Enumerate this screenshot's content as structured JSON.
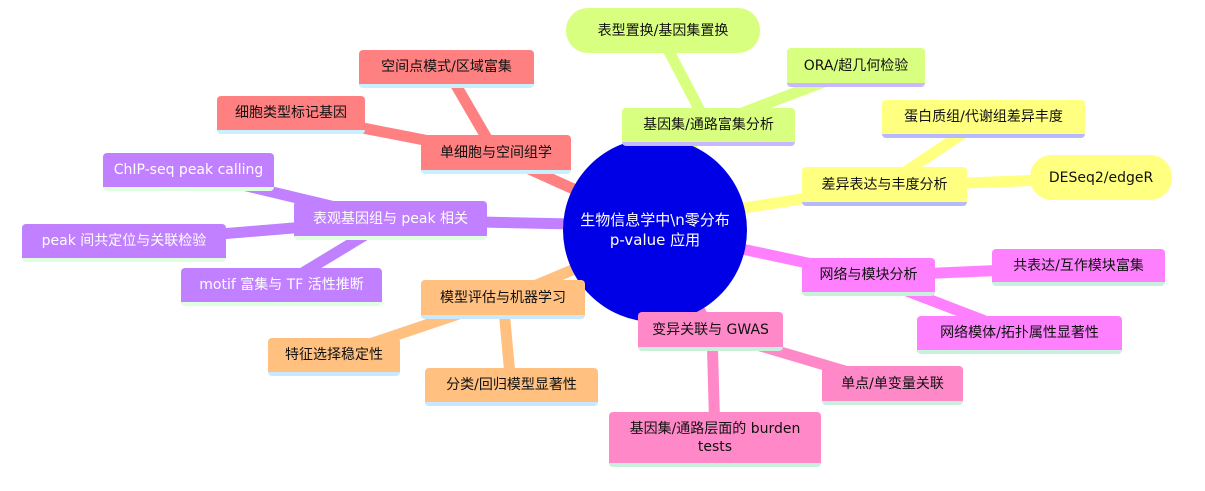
{
  "root": {
    "line1": "生物信息学中\\n零分布",
    "line2": "p-value 应用"
  },
  "branches": {
    "gene_set": {
      "label": "基因集/通路富集分析",
      "children": [
        "表型置换/基因集置换",
        "ORA/超几何检验"
      ],
      "color": "#d9ff80"
    },
    "diff_expr": {
      "label": "差异表达与丰度分析",
      "children": [
        "蛋白质组/代谢组差异丰度",
        "DESeq2/edgeR"
      ],
      "color": "#ffff80"
    },
    "network": {
      "label": "网络与模块分析",
      "children": [
        "共表达/互作模块富集",
        "网络模体/拓扑属性显著性"
      ],
      "color": "#ff80ff"
    },
    "gwas": {
      "label": "变异关联与 GWAS",
      "children": [
        "单点/单变量关联",
        "基因集/通路层面的 burden tests"
      ],
      "color": "#ff88c8"
    },
    "ml": {
      "label": "模型评估与机器学习",
      "children": [
        "特征选择稳定性",
        "分类/回归模型显著性"
      ],
      "color": "#ffc080"
    },
    "epigenome": {
      "label": "表观基因组与 peak 相关",
      "children": [
        "ChIP-seq peak calling",
        "peak 间共定位与关联检验",
        "motif 富集与 TF 活性推断"
      ],
      "color": "#c080ff"
    },
    "single_cell": {
      "label": "单细胞与空间组学",
      "children": [
        "空间点模式/区域富集",
        "细胞类型标记基因"
      ],
      "color": "#ff8080"
    }
  }
}
